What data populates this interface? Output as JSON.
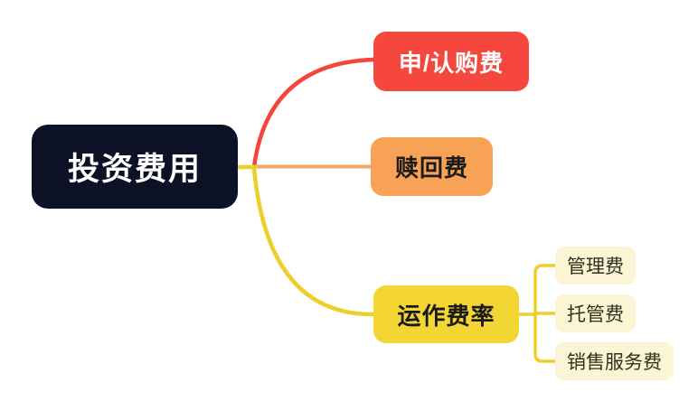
{
  "canvas_bg": "#ffffff",
  "root": {
    "label": "投资费用",
    "bg": "#0d1126",
    "text_color": "#ffffff"
  },
  "branches": [
    {
      "label": "申/认购费",
      "bg": "#f5473d",
      "text_color": "#ffffff",
      "line_color": "#f4453c"
    },
    {
      "label": "赎回费",
      "bg": "#f7a254",
      "text_color": "#1b1b1b",
      "line_color": "#f5a664"
    },
    {
      "label": "运作费率",
      "bg": "#f3d633",
      "text_color": "#1b1b1b",
      "line_color": "#eecf2a",
      "children": [
        {
          "label": "管理费",
          "bg": "#fbf5d5",
          "text_color": "#30301e"
        },
        {
          "label": "托管费",
          "bg": "#fbf5d5",
          "text_color": "#30301e"
        },
        {
          "label": "销售服务费",
          "bg": "#fbf5d5",
          "text_color": "#30301e"
        }
      ]
    }
  ]
}
